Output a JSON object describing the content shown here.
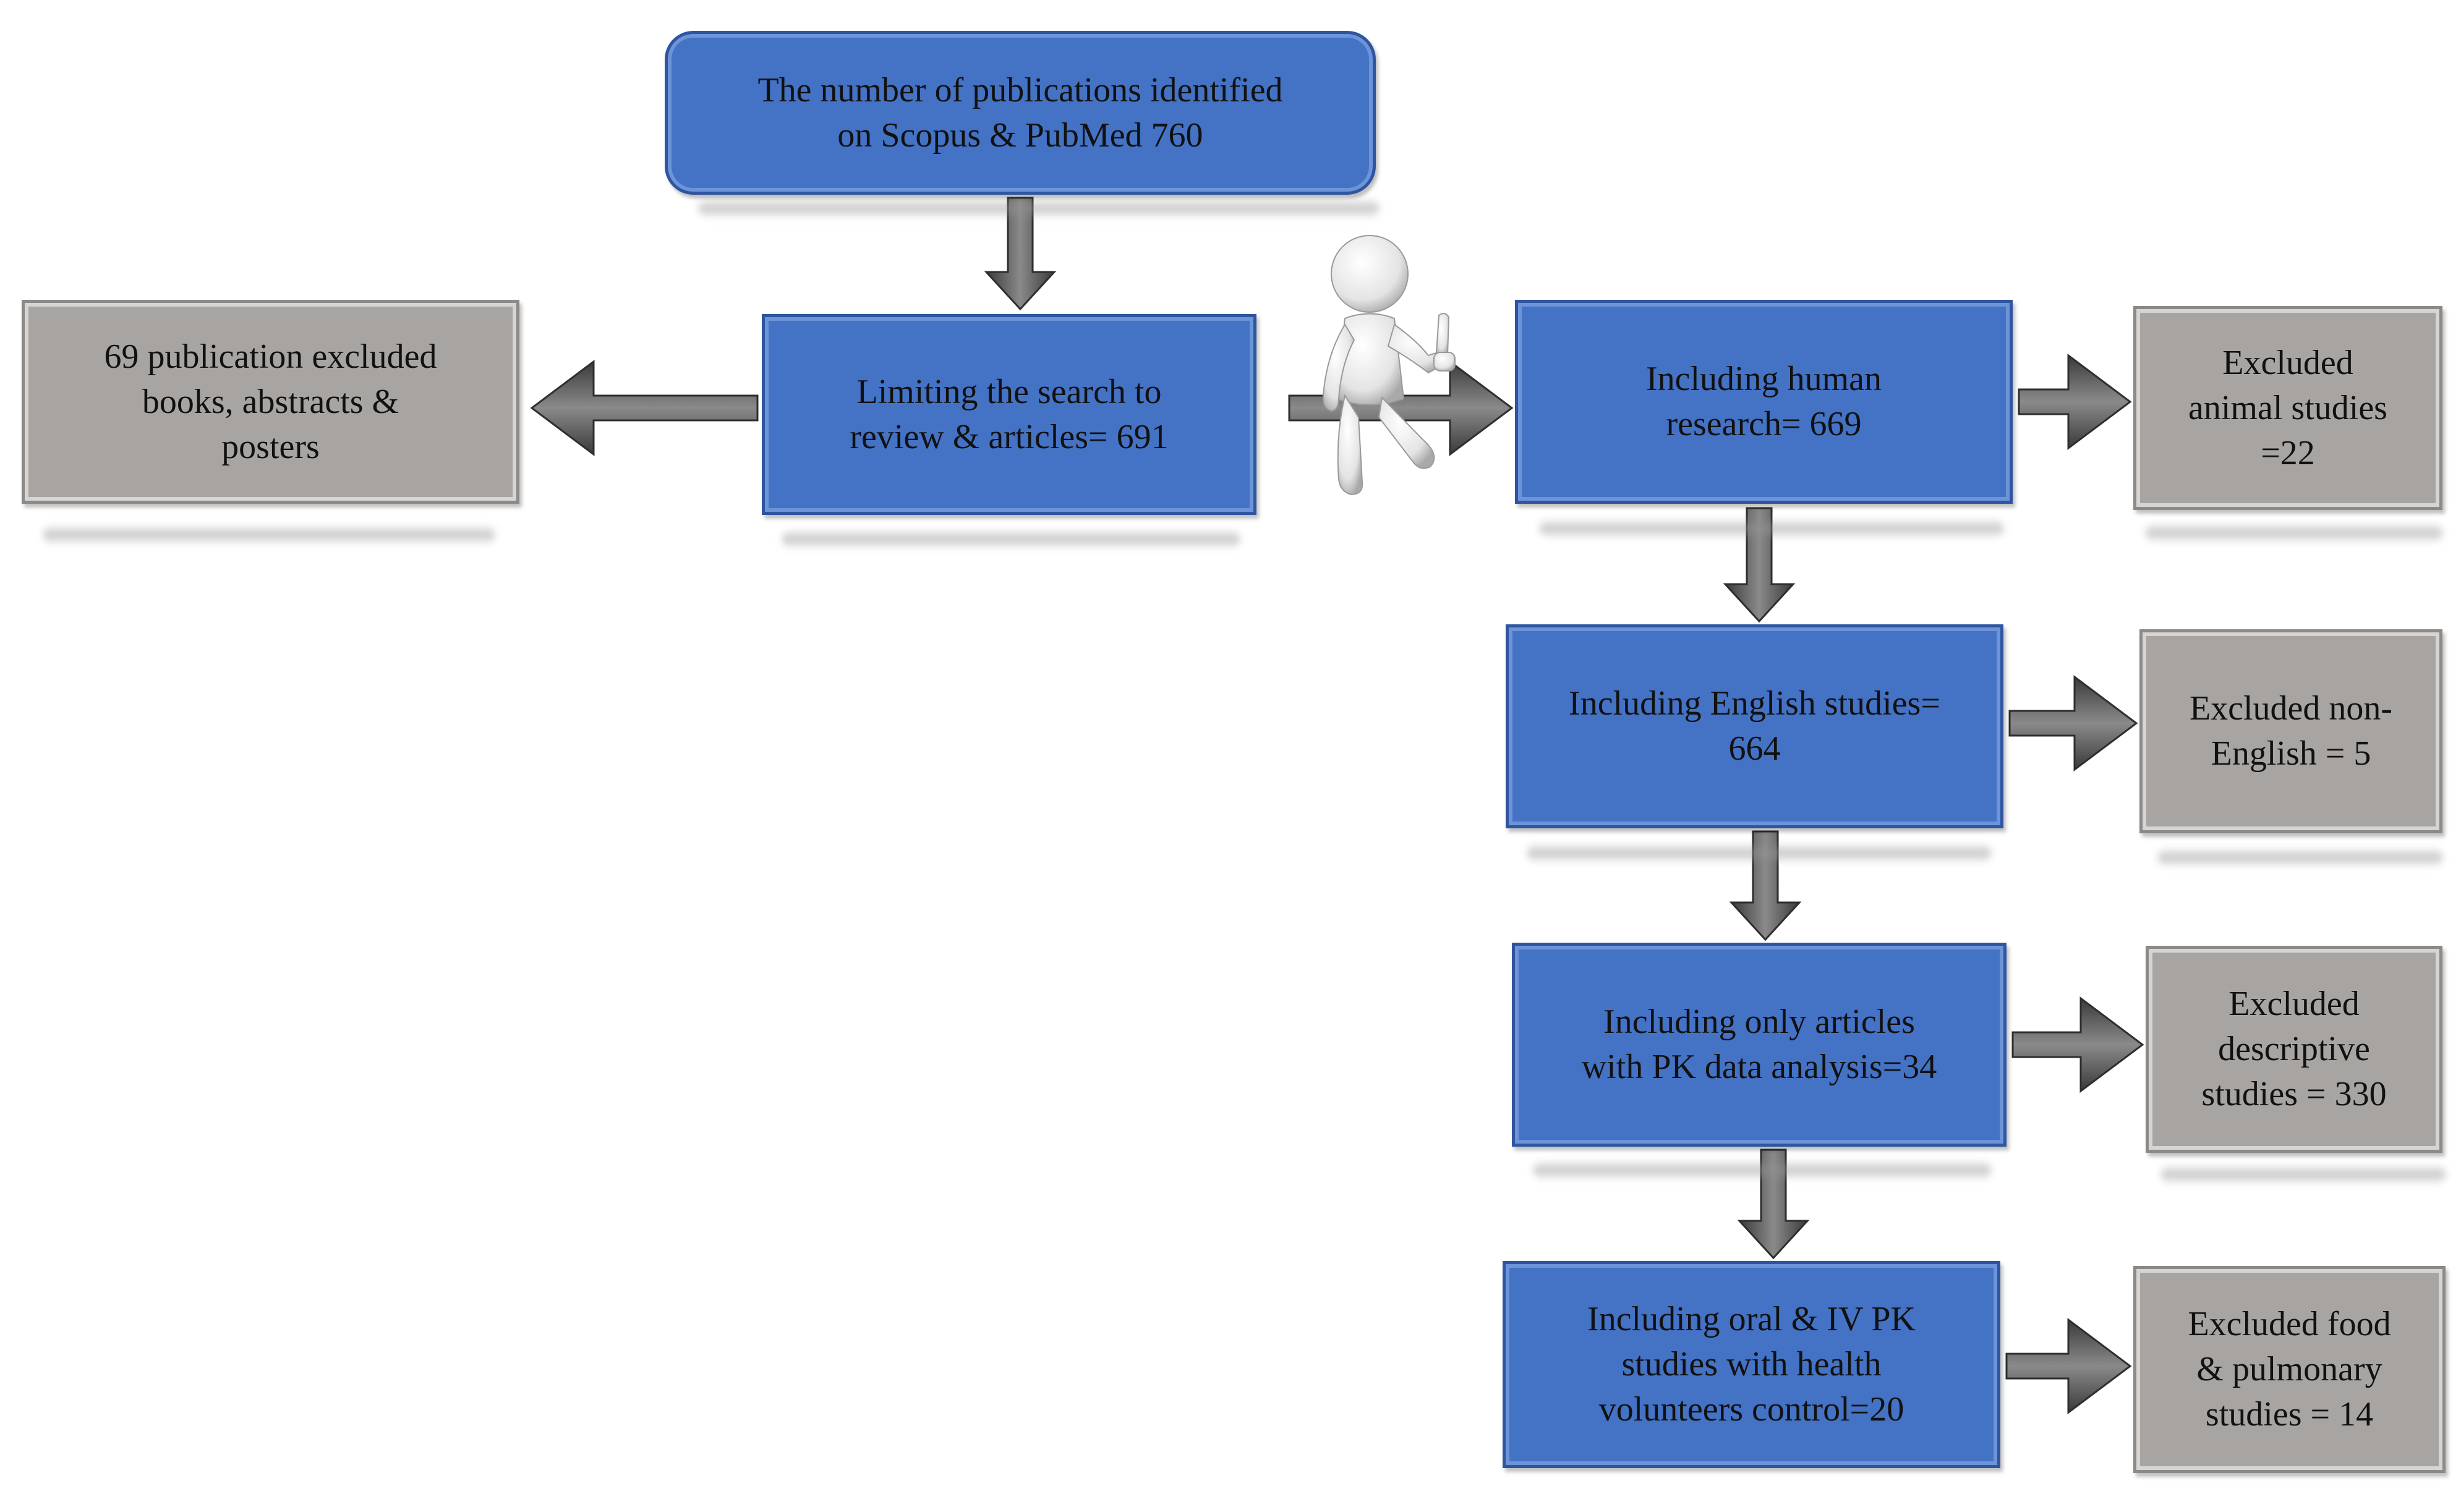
{
  "colors": {
    "main_box": "#4472c4",
    "excluded_box": "#a7a4a2",
    "arrow": "#5a5a5a"
  },
  "boxes": {
    "identified": "The number of publications identified\non Scopus & PubMed 760",
    "limited": "Limiting the search to\nreview & articles= 691",
    "excluded_books": "69 publication excluded\nbooks, abstracts &\nposters",
    "human": "Including  human\nresearch=  669",
    "excluded_animal": "Excluded\nanimal studies\n=22",
    "english": "Including English studies=\n664",
    "excluded_non_english": "Excluded non-\nEnglish = 5",
    "pk_only": "Including only articles\nwith PK data analysis=34",
    "excluded_descriptive": "Excluded\ndescriptive\nstudies = 330",
    "oral_iv": "Including oral & IV PK\nstudies with health\nvolunteers control=20",
    "excluded_food": "Excluded food\n& pulmonary\nstudies = 14"
  },
  "icons": {
    "thumbs_up_figure": "person-thumbs-up-icon"
  }
}
